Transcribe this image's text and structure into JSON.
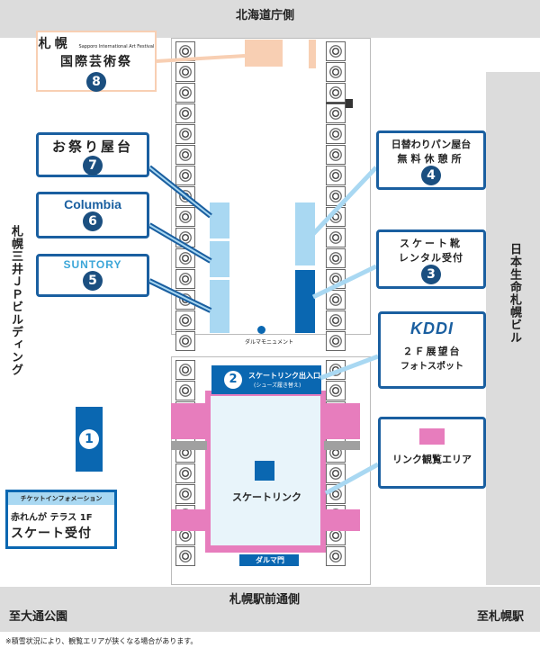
{
  "streets": {
    "north": "北海道庁側",
    "south": "札幌駅前通側",
    "west_building": "札幌三井ＪＰビルディング",
    "east_building": "日本生命札幌ビル",
    "to_odori": "至大通公園",
    "to_sapporo": "至札幌駅"
  },
  "callouts": {
    "c8": {
      "title_ja_1": "札幌",
      "title_en": "Sapporo International Art Festival",
      "title_ja_2": "国際芸術祭",
      "num": "8"
    },
    "c7": {
      "title": "お祭り屋台",
      "num": "7"
    },
    "c6": {
      "title": "Columbia",
      "num": "6"
    },
    "c5": {
      "title": "SUNTORY",
      "num": "5"
    },
    "c4": {
      "line1": "日替わりパン屋台",
      "line2": "無料休憩所",
      "num": "4"
    },
    "c3": {
      "line1": "スケート靴",
      "line2": "レンタル受付",
      "num": "3"
    },
    "c2f": {
      "logo": "KDDI",
      "line1": "２Ｆ展望台",
      "line2": "フォトスポット"
    },
    "cpink": {
      "title": "リンク観覧エリア"
    }
  },
  "rink": {
    "entrance_num": "2",
    "entrance_line1": "スケートリンク出入口",
    "entrance_line2": "(シューズ履き替え)",
    "rink_label": "スケートリンク",
    "daruma_monument": "ダルマモニュメント",
    "daruma_gate": "ダルマ門"
  },
  "ticket": {
    "header": "チケットインフォメーション",
    "line1": "赤れんが テラス 1F",
    "line2": "スケート受付",
    "num": "1"
  },
  "footnote": "※積雪状況により、観覧エリアが狭くなる場合があります。",
  "colors": {
    "lightblue": "#a9d8f2",
    "darkblue": "#0a67b1",
    "pink": "#e77dbd",
    "callout_border": "#1a5fa0",
    "rink_ice": "#e8f4fa"
  }
}
